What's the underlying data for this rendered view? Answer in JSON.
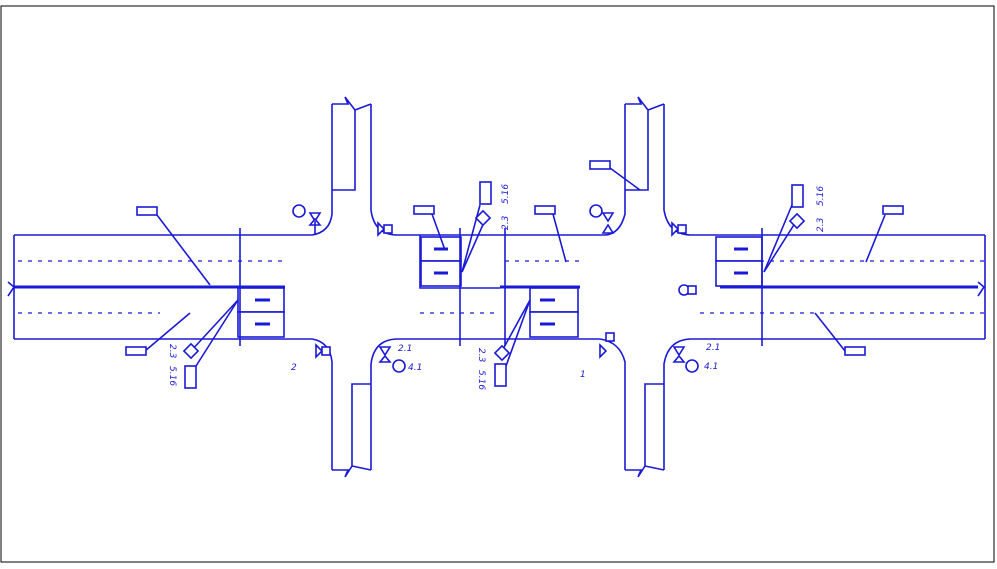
{
  "labels": {
    "mark_2_1": "2.1",
    "mark_4_1": "4.1",
    "mark_2_3": "2.3",
    "mark_5_16": "5.16",
    "mark_1": "1",
    "mark_2": "2"
  },
  "colors": {
    "line": "#1a1ad6",
    "background": "#ffffff",
    "frame": "#000000"
  }
}
